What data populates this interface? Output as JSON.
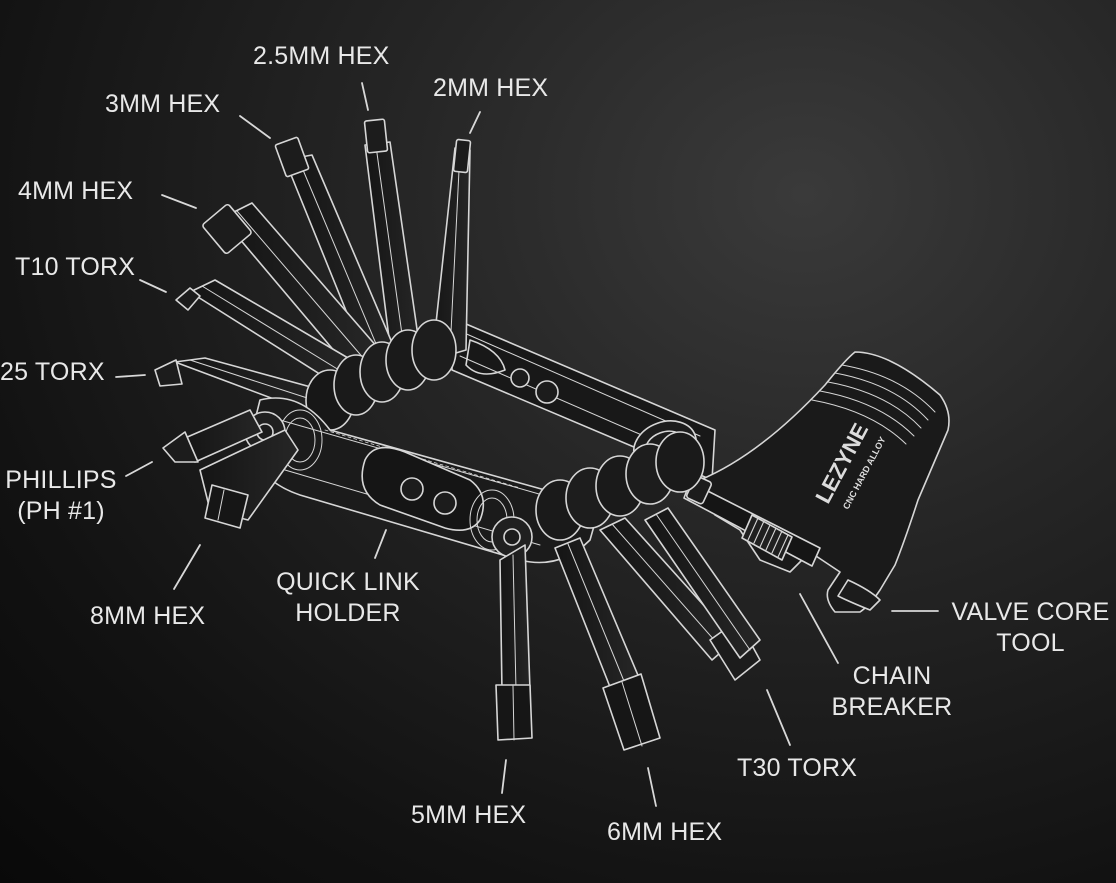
{
  "labels": {
    "hex_2_5mm": "2.5MM HEX",
    "hex_2mm": "2MM HEX",
    "hex_3mm": "3MM HEX",
    "hex_4mm": "4MM HEX",
    "torx_t10": "T10 TORX",
    "torx_25": "25 TORX",
    "phillips_line1": "PHILLIPS",
    "phillips_line2": "(PH #1)",
    "hex_8mm": "8MM HEX",
    "quick_link_line1": "QUICK LINK",
    "quick_link_line2": "HOLDER",
    "valve_core_line1": "VALVE CORE",
    "valve_core_line2": "TOOL",
    "chain_breaker_line1": "CHAIN",
    "chain_breaker_line2": "BREAKER",
    "torx_t30": "T30 TORX",
    "hex_5mm": "5MM HEX",
    "hex_6mm": "6MM HEX"
  },
  "tool_engraving": {
    "brand": "LEZYNE",
    "material": "CNC HARD ALLOY"
  },
  "colors": {
    "background": "#121212",
    "linework": "#d8d8d8",
    "label_text": "#e8e8e8"
  }
}
